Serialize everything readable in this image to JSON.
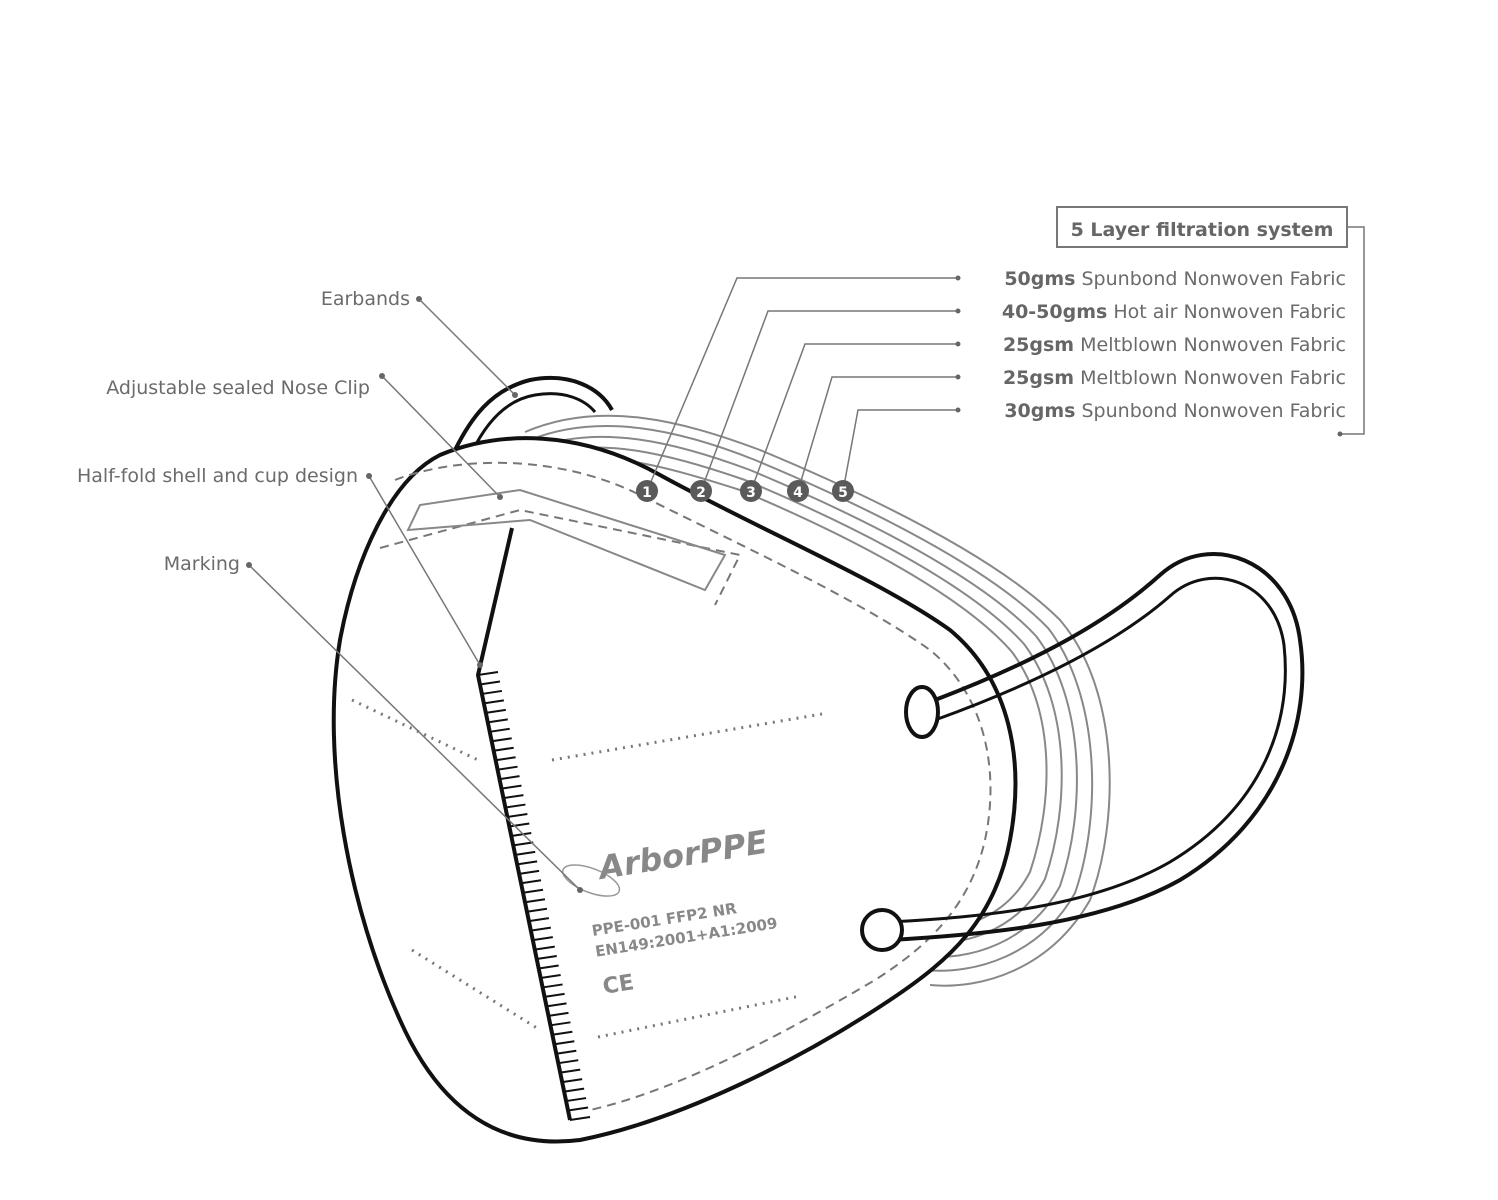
{
  "title": "5 Layer filtration system",
  "layers": [
    {
      "number": "1",
      "weight": "50gms",
      "material": "Spunbond Nonwoven Fabric"
    },
    {
      "number": "2",
      "weight": "40-50gms",
      "material": "Hot air Nonwoven Fabric"
    },
    {
      "number": "3",
      "weight": "25gsm",
      "material": "Meltblown Nonwoven Fabric"
    },
    {
      "number": "4",
      "weight": "25gsm",
      "material": "Meltblown Nonwoven Fabric"
    },
    {
      "number": "5",
      "weight": "30gms",
      "material": "Spunbond Nonwoven Fabric"
    }
  ],
  "callouts": {
    "earbands": "Earbands",
    "nose_clip": "Adjustable sealed Nose Clip",
    "shell": "Half-fold shell and cup design",
    "marking": "Marking"
  },
  "mask_print": {
    "brand": "ArborPPE",
    "model": "PPE-001 FFP2 NR",
    "standard": "EN149:2001+A1:2009",
    "ce": "CE"
  },
  "colors": {
    "outline": "#111111",
    "gray": "#777777",
    "marker": "#5a5a5a"
  }
}
